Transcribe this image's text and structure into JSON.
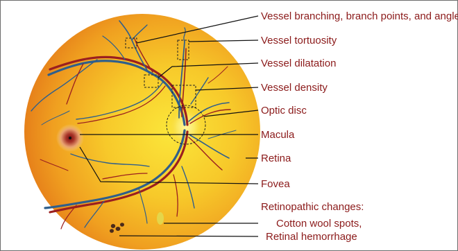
{
  "labels": {
    "branching": "Vessel branching, branch points, and angles",
    "tortuosity": "Vessel tortuosity",
    "dilatation": "Vessel dilatation",
    "density": "Vessel density",
    "optic_disc": "Optic disc",
    "macula": "Macula",
    "retina": "Retina",
    "fovea": "Fovea",
    "retinopathic": "Retinopathic changes:",
    "cotton_wool": "Cotton wool spots,",
    "hemorrhage": "Retinal hemorrhage"
  },
  "colors": {
    "label_text": "#8b1a1a",
    "fundus_center": "#f8dc2a",
    "fundus_edge": "#e8841a",
    "artery": "#9b1f1f",
    "vein": "#2f5f8c",
    "cotton_wool": "#e4d64a",
    "hemorrhage": "#4a2a1a"
  }
}
